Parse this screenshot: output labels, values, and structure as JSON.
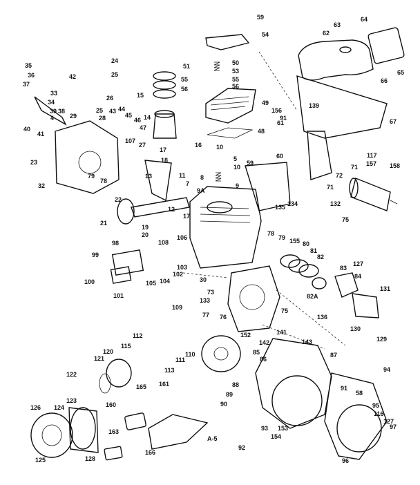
{
  "diagram": {
    "labels": [
      "59",
      "54",
      "64",
      "63",
      "62",
      "24",
      "25",
      "65",
      "66",
      "50",
      "53",
      "55",
      "56",
      "51",
      "55",
      "56",
      "49",
      "35",
      "36",
      "42",
      "37",
      "33",
      "34",
      "26",
      "39",
      "38",
      "40",
      "41",
      "4",
      "29",
      "43",
      "44",
      "45",
      "46",
      "47",
      "25",
      "28",
      "15",
      "14",
      "48",
      "156",
      "139",
      "91",
      "61",
      "67",
      "27",
      "107",
      "16",
      "10",
      "23",
      "32",
      "79",
      "78",
      "13",
      "17",
      "18",
      "11",
      "7",
      "8",
      "5",
      "10",
      "9",
      "9A",
      "60",
      "59",
      "117",
      "71",
      "157",
      "158",
      "72",
      "71",
      "22",
      "21",
      "19",
      "20",
      "12",
      "17",
      "108",
      "106",
      "103",
      "102",
      "104",
      "105",
      "30",
      "134",
      "132",
      "135",
      "75",
      "78",
      "79",
      "155",
      "80",
      "81",
      "82",
      "82A",
      "83",
      "127",
      "84",
      "131",
      "99",
      "98",
      "100",
      "101",
      "73",
      "133",
      "77",
      "76",
      "75",
      "136",
      "130",
      "129",
      "109",
      "112",
      "110",
      "111",
      "115",
      "120",
      "121",
      "122",
      "160",
      "165",
      "161",
      "113",
      "152",
      "141",
      "143",
      "142",
      "85",
      "86",
      "87",
      "88",
      "89",
      "90",
      "91",
      "58",
      "94",
      "95",
      "116",
      "127",
      "97",
      "93",
      "154",
      "153",
      "92",
      "126",
      "124",
      "123",
      "125",
      "163",
      "128",
      "166",
      "A-5",
      "96"
    ]
  }
}
